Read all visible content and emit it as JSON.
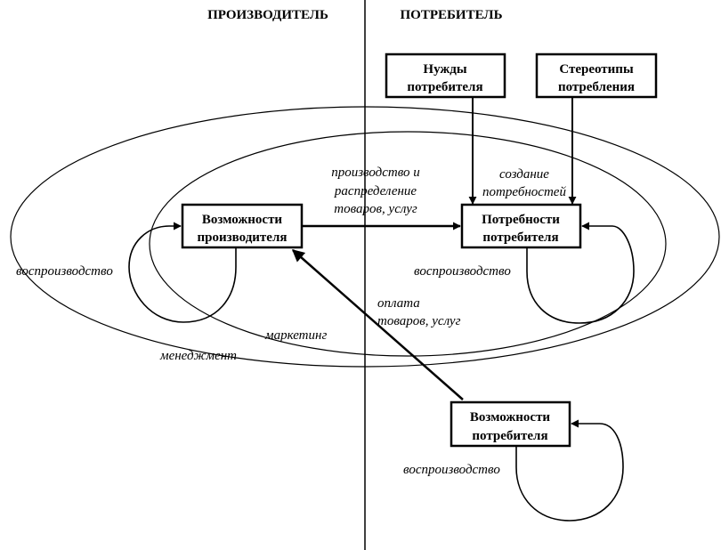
{
  "headers": {
    "producer": "ПРОИЗВОДИТЕЛЬ",
    "consumer": "ПОТРЕБИТЕЛЬ"
  },
  "boxes": {
    "needs": [
      "Нужды",
      "потребителя"
    ],
    "stereotypes": [
      "Стереотипы",
      "потребления"
    ],
    "producer_capabilities": [
      "Возможности",
      "производителя"
    ],
    "consumer_requirements": [
      "Потребности",
      "потребителя"
    ],
    "consumer_capabilities": [
      "Возможности",
      "потребителя"
    ]
  },
  "labels": {
    "production": [
      "производство и",
      "распределение",
      "товаров, услуг"
    ],
    "creation": [
      "создание",
      "потребностей"
    ],
    "payment": [
      "оплата",
      "товаров, услуг"
    ],
    "reproduction_producer": "воспроизводство",
    "reproduction_requirements": "воспроизводство",
    "reproduction_consumer": "воспроизводство",
    "marketing": "маркетинг",
    "management": "менеджмент"
  }
}
